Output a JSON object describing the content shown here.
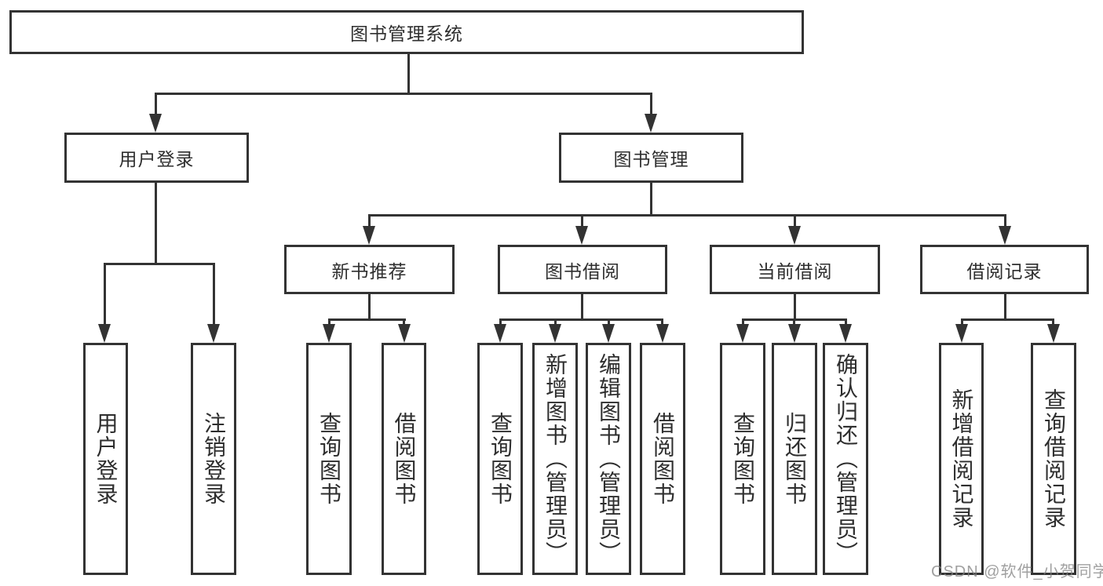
{
  "nodes": {
    "root": "图书管理系统",
    "user_login": "用户登录",
    "book_management": "图书管理",
    "l3": [
      "新书推荐",
      "图书借阅",
      "当前借阅",
      "借阅记录"
    ],
    "user_login_leaves": [
      "用户登录",
      "注销登录"
    ],
    "new_book_leaves": [
      "查询图书",
      "借阅图书"
    ],
    "borrow_leaves": [
      "查询图书",
      "新增图书（管理员）",
      "编辑图书（管理员）",
      "借阅图书"
    ],
    "current_leaves": [
      "查询图书",
      "归还图书",
      "确认归还（管理员）"
    ],
    "record_leaves": [
      "新增借阅记录",
      "查询借阅记录"
    ]
  },
  "watermark": "CSDN @软件_小贺同学",
  "colors": {
    "line": "#333333",
    "box_border": "#333333",
    "text": "#2e2e2e",
    "background": "#ffffff",
    "watermark": "#808080"
  }
}
